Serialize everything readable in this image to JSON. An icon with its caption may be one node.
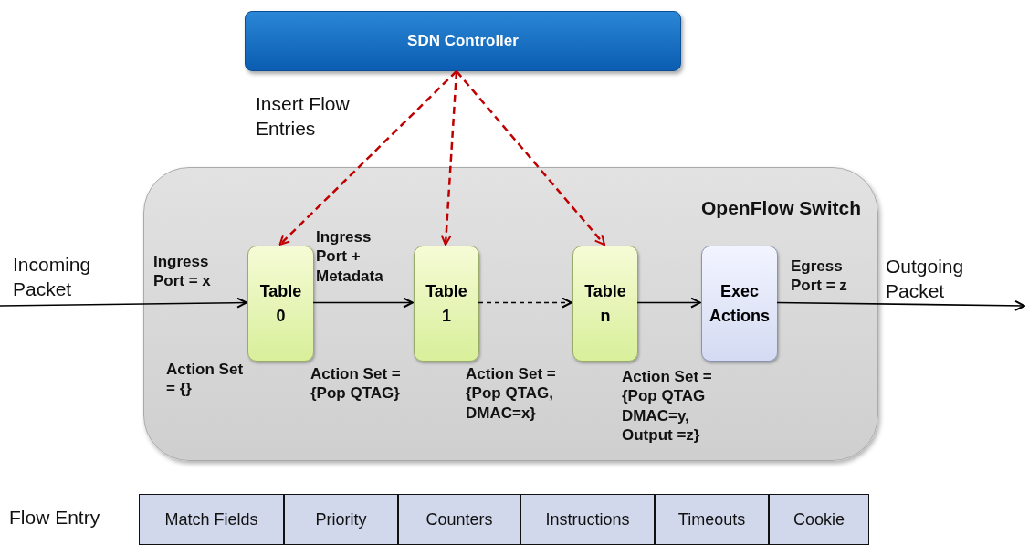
{
  "diagram": {
    "nodes": [
      {
        "text": [
          "SDN Controller"
        ]
      },
      {
        "text": [
          "OpenFlow Switch"
        ]
      },
      {
        "text": [
          "Table 0"
        ],
        "in": 1
      },
      {
        "text": [
          "Table 1"
        ],
        "in": 1
      },
      {
        "text": [
          "Table n"
        ],
        "in": 1
      },
      {
        "text": [
          "Exec Actions"
        ],
        "in": 1
      },
      {
        "text": [
          "Match Fields"
        ]
      },
      {
        "text": [
          "Priority"
        ]
      },
      {
        "text": [
          "Counters"
        ]
      },
      {
        "text": [
          "Instructions"
        ]
      },
      {
        "text": [
          "Timeouts"
        ]
      },
      {
        "text": [
          "Cookie"
        ]
      }
    ],
    "edges": [
      {
        "from": null,
        "to": 2,
        "arrow": "to",
        "label": "Incoming Packet"
      },
      {
        "from": 2,
        "to": 3,
        "arrow": "to",
        "label": "Ingress Port + Metadata"
      },
      {
        "from": 3,
        "to": 4,
        "arrow": "to",
        "style": "dashed"
      },
      {
        "from": 4,
        "to": 5,
        "arrow": "to"
      },
      {
        "from": 5,
        "to": null,
        "arrow": "to",
        "label": "Outgoing Packet"
      },
      {
        "from": 0,
        "to": 2,
        "arrow": "to",
        "style": "dashed",
        "color": "#c00000"
      },
      {
        "from": 0,
        "to": 3,
        "arrow": "to",
        "style": "dashed",
        "color": "#c00000"
      },
      {
        "from": 0,
        "to": 4,
        "arrow": "to",
        "style": "dashed",
        "color": "#c00000"
      }
    ],
    "labels": [
      "Insert Flow Entries",
      "Ingress Port = x",
      "Egress Port = z",
      "Action Set = {}",
      "Action Set = {Pop QTAG}",
      "Action Set = {Pop QTAG, DMAC=x}",
      "Action Set = {Pop QTAG DMAC=y, Output =z}",
      "Flow Entry"
    ]
  }
}
